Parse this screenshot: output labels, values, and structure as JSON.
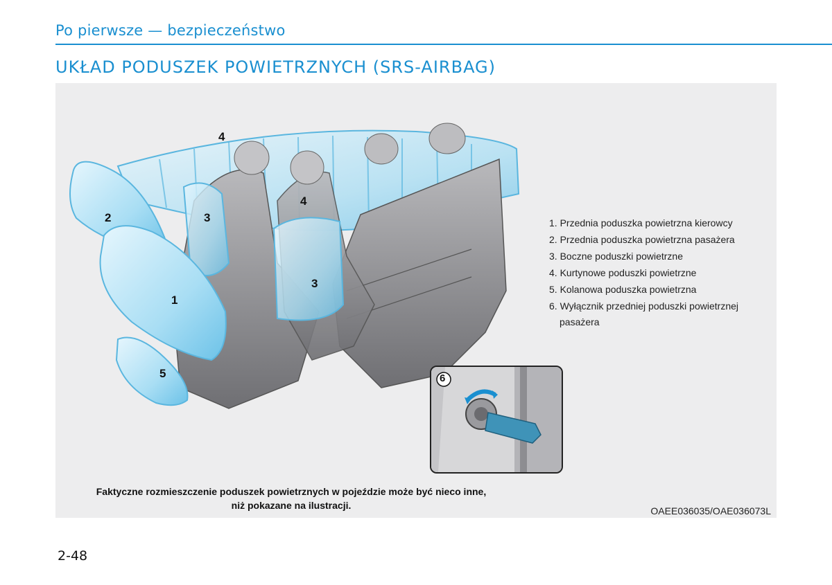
{
  "header": {
    "section_title": "Po pierwsze — bezpieczeństwo",
    "page_heading": "UKŁAD PODUSZEK POWIETRZNYCH (SRS-AIRBAG)"
  },
  "figure": {
    "callouts": [
      "1",
      "2",
      "3",
      "3",
      "4",
      "4",
      "5",
      "6"
    ],
    "legend": [
      "1. Przednia poduszka powietrzna kierowcy",
      "2. Przednia poduszka powietrzna pasażera",
      "3. Boczne poduszki powietrzne",
      "4. Kurtynowe poduszki powietrzne",
      "5. Kolanowa poduszka powietrzna",
      "6. Wyłącznik przedniej poduszki powietrznej",
      "pasażera"
    ],
    "caption_line1": "Faktyczne rozmieszczenie poduszek powietrznych w pojeździe może być nieco inne,",
    "caption_line2": "niż pokazane na ilustracji.",
    "image_code": "OAEE036035/OAE036073L"
  },
  "footer": {
    "page_number": "2-48"
  },
  "colors": {
    "accent": "#1a8fd0",
    "airbag": "#8fd3f0",
    "seat": "#8c8c8f"
  }
}
